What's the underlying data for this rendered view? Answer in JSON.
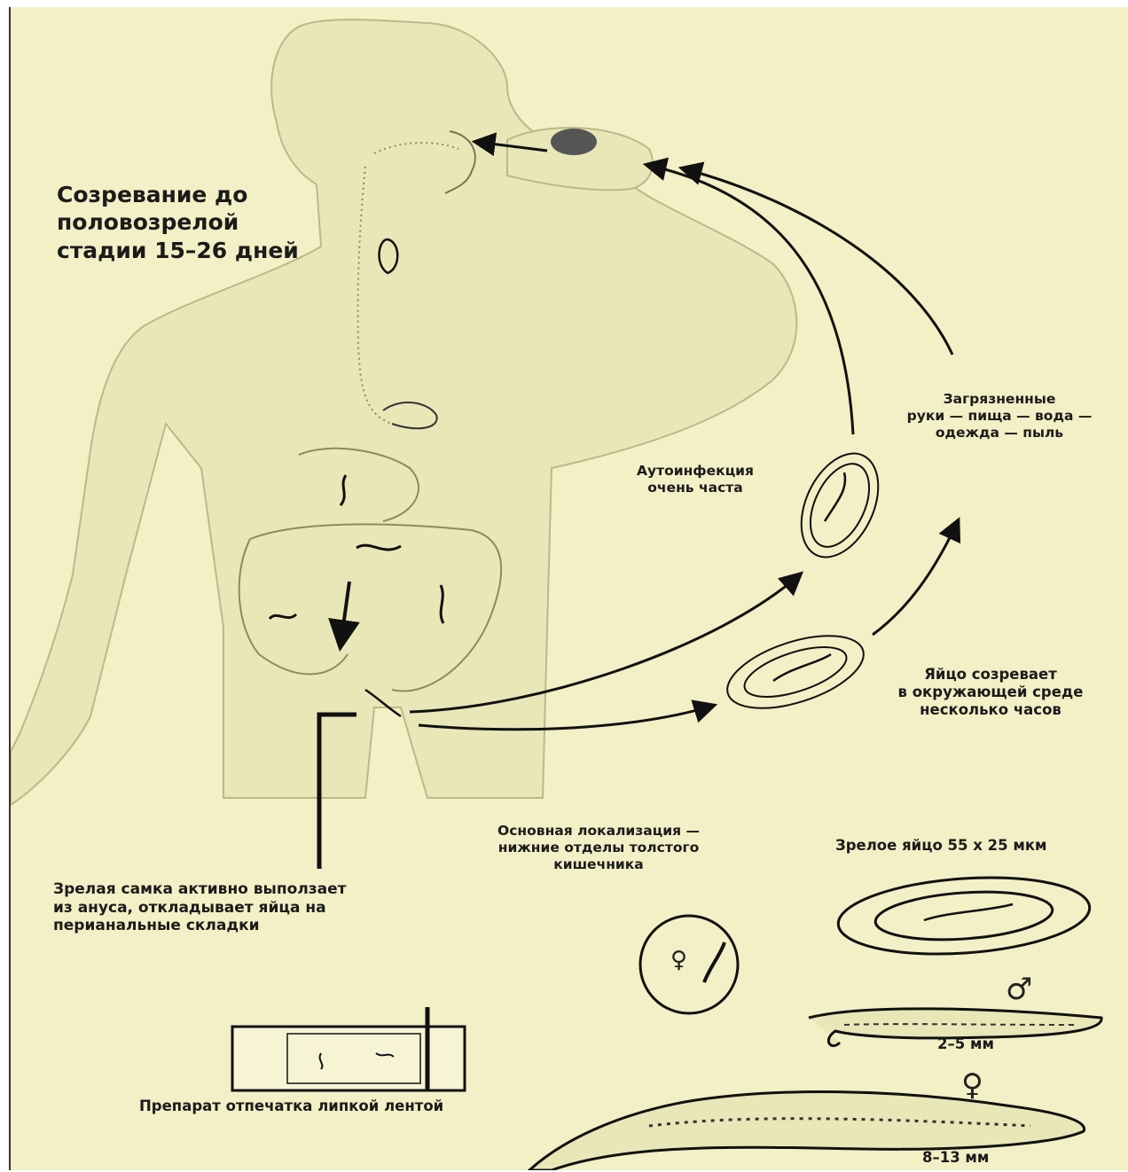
{
  "labels": {
    "maturation": "Созревание до\nполовозрелой\nстадии 15–26 дней",
    "contaminated": "Загрязненные\nруки — пища — вода —\nодежда — пыль",
    "autoinfection": "Аутоинфекция\nочень часта",
    "egg_matures": "Яйцо созревает\nв окружающей среде\nнесколько часов",
    "main_localization": "Основная локализация —\nнижние отделы толстого\nкишечника",
    "mature_egg": "Зрелое яйцо 55 х 25 мкм",
    "female_crawls": "Зрелая самка активно выползает\nиз ануса, откладывает яйца на\nперианальные складки",
    "tape_preparation": "Препарат отпечатка липкой лентой",
    "male_size": "2–5 мм",
    "female_size": "8–13 мм",
    "male_symbol": "♂",
    "female_symbol": "♀"
  },
  "colors": {
    "background": "#f3efc6",
    "body_fill": "#e9e6b8",
    "ink": "#1b1b1b"
  }
}
